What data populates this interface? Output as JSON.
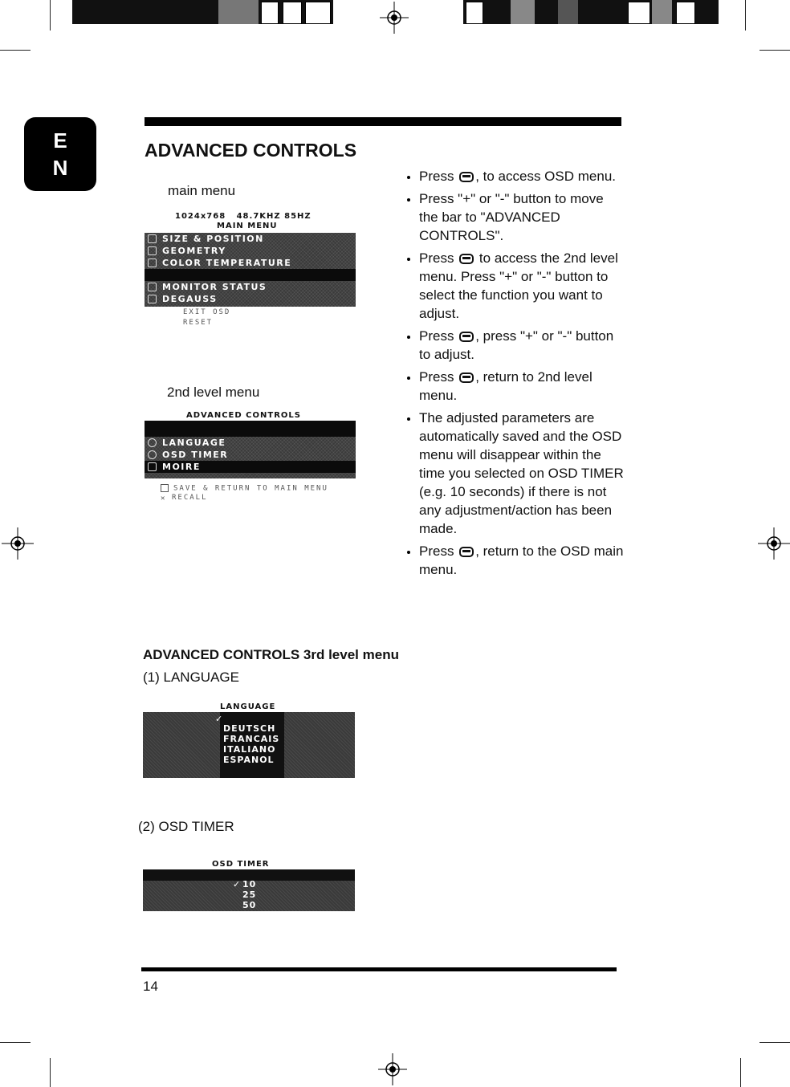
{
  "tab_letters": [
    "E",
    "N"
  ],
  "title": "ADVANCED CONTROLS",
  "main_menu": {
    "label": "main menu",
    "caption_line1": "1024x768   48.7KHZ 85HZ",
    "caption_line2": "MAIN MENU",
    "items": [
      "SIZE & POSITION",
      "GEOMETRY",
      "COLOR TEMPERATURE",
      "",
      "MONITOR STATUS",
      "DEGAUSS"
    ],
    "below": [
      "EXIT OSD",
      "RESET"
    ]
  },
  "second_menu": {
    "label": "2nd level menu",
    "caption": "ADVANCED CONTROLS",
    "items": [
      "",
      "LANGUAGE",
      "OSD TIMER",
      "MOIRE"
    ],
    "below": [
      "SAVE & RETURN TO MAIN MENU",
      "RECALL"
    ]
  },
  "instructions": [
    {
      "pre": "Press",
      "post": ", to access OSD menu."
    },
    {
      "pre": "Press \"+\" or \"-\" button to move the bar to \"ADVANCED CONTROLS\".",
      "post": ""
    },
    {
      "pre": "Press",
      "post": " to access the 2nd level menu. Press \"+\" or \"-\" button to select the function you want to adjust."
    },
    {
      "pre": "Press",
      "post": ", press \"+\" or \"-\" button to adjust."
    },
    {
      "pre": "Press",
      "post": ", return to 2nd level menu."
    },
    {
      "pre": "The adjusted parameters are automatically saved and the OSD menu will disappear within the time you selected on OSD TIMER (e.g. 10 seconds) if there is not any adjustment/action has been made.",
      "post": ""
    },
    {
      "pre": "Press",
      "post": ", return to the OSD main menu."
    }
  ],
  "third_level": {
    "heading": "ADVANCED CONTROLS 3rd level menu",
    "language": {
      "label": "(1) LANGUAGE",
      "caption": "LANGUAGE",
      "items": [
        "DEUTSCH",
        "FRANCAIS",
        "ITALIANO",
        "ESPANOL"
      ]
    },
    "osd_timer": {
      "label": "(2) OSD TIMER",
      "caption": "OSD TIMER",
      "items": [
        "10",
        "25",
        "50"
      ]
    }
  },
  "page_number": "14"
}
